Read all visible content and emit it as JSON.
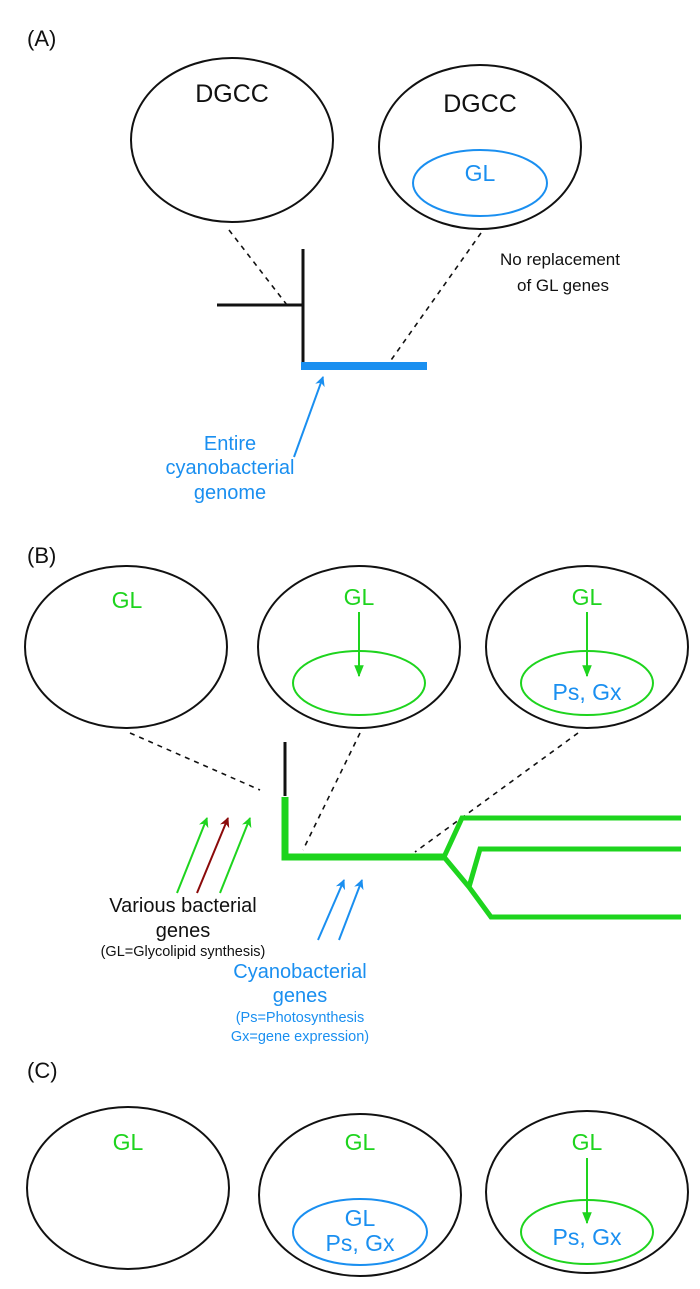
{
  "colors": {
    "black": "#111111",
    "blue": "#1a8ff0",
    "green": "#1ed41e",
    "dark_red": "#8b0a0a"
  },
  "panel_a": {
    "label": "(A)",
    "cell1_title": "DGCC",
    "cell2_title": "DGCC",
    "cell2_inner": "GL",
    "note_line1": "No replacement",
    "note_line2": "of GL genes",
    "source_line1": "Entire",
    "source_line2": "cyanobacterial",
    "source_line3": "genome"
  },
  "panel_b": {
    "label": "(B)",
    "cell1_title": "GL",
    "cell2_title": "GL",
    "cell3_title": "GL",
    "cell3_inner": "Ps, Gx",
    "bacterial_line1": "Various bacterial",
    "bacterial_line2": "genes",
    "bacterial_note": "(GL=Glycolipid synthesis)",
    "cyano_line1": "Cyanobacterial",
    "cyano_line2": "genes",
    "cyano_note1": "(Ps=Photosynthesis",
    "cyano_note2": "Gx=gene expression)"
  },
  "panel_c": {
    "label": "(C)",
    "cell1_title": "GL",
    "cell2_title": "GL",
    "cell2_inner1": "GL",
    "cell2_inner2": "Ps, Gx",
    "cell3_title": "GL",
    "cell3_inner": "Ps, Gx"
  }
}
